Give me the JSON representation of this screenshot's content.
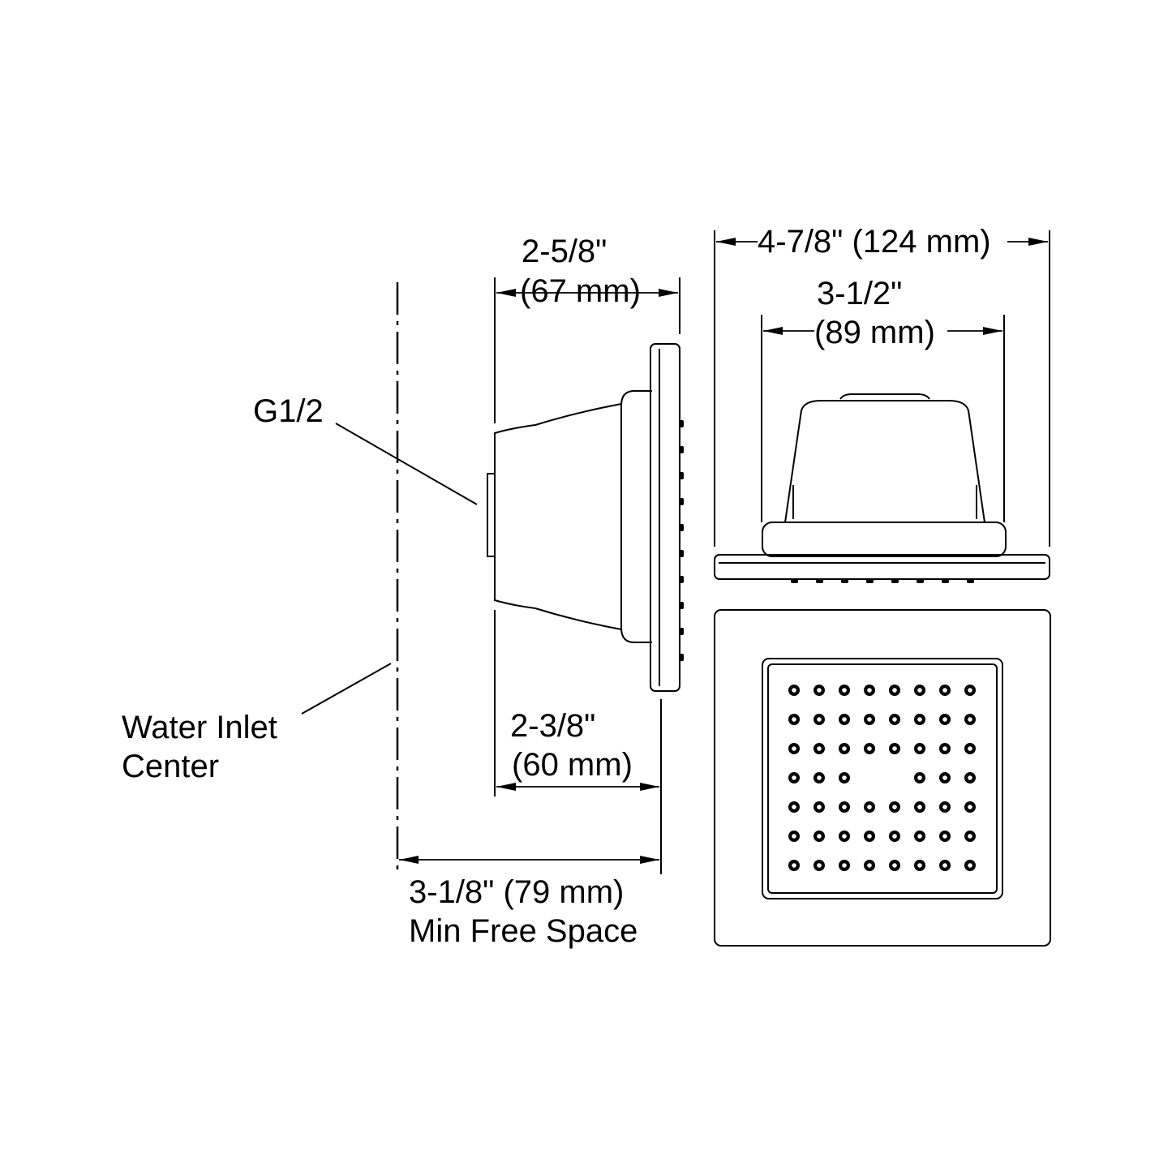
{
  "labels": {
    "side_depth": [
      "2-5/8\"",
      "(67 mm)"
    ],
    "thread": "G1/2",
    "overall_width": "4-7/8\" (124 mm)",
    "body_width": [
      "3-1/2\"",
      "(89 mm)"
    ],
    "body_depth": [
      "2-3/8\"",
      "(60 mm)"
    ],
    "water_inlet": [
      "Water Inlet",
      "Center"
    ],
    "free_space": [
      "3-1/8\" (79 mm)",
      "Min Free Space"
    ]
  },
  "nozzle_grid": {
    "rows": 7,
    "columns": 8,
    "missing": [
      [
        3,
        3
      ],
      [
        3,
        4
      ]
    ]
  },
  "colors": {
    "line": "#000000",
    "background": "#ffffff"
  }
}
